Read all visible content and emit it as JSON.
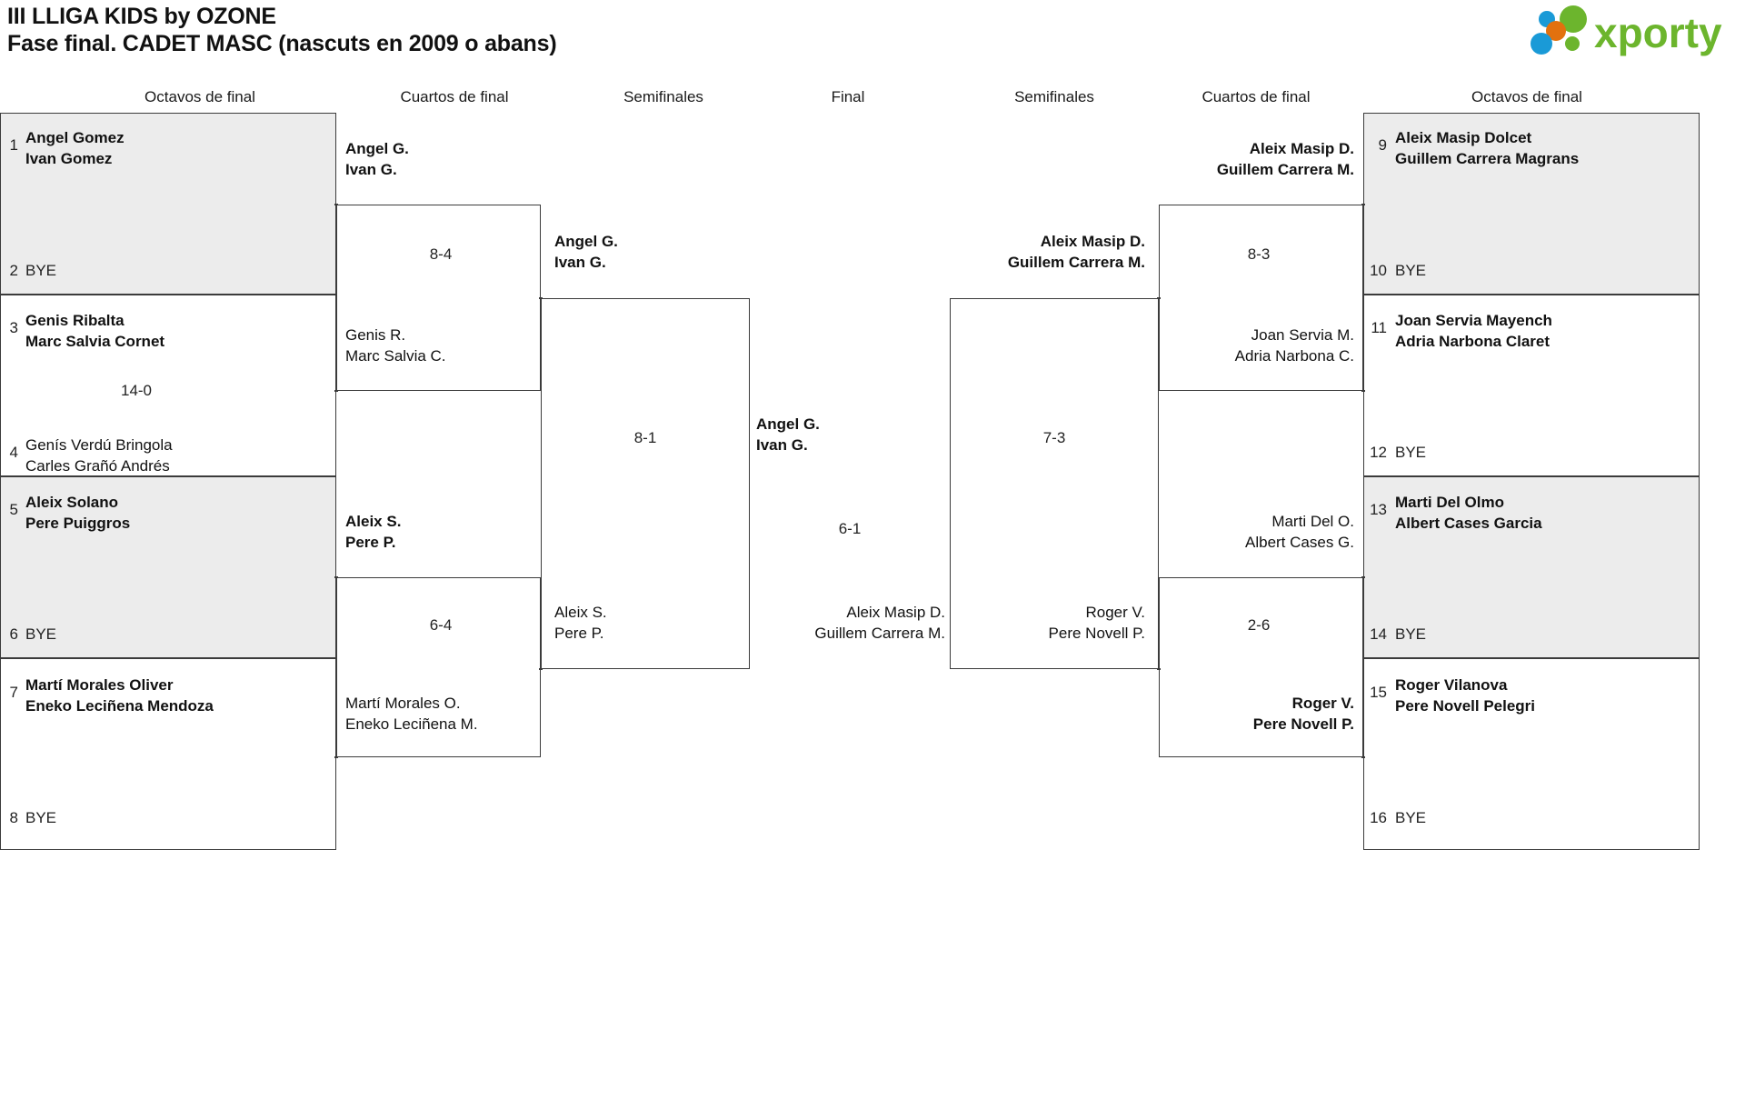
{
  "header": {
    "title": "III LLIGA KIDS by OZONE",
    "subtitle": "Fase final. CADET MASC (nascuts en 2009 o abans)",
    "logo_text": "xporty",
    "logo_colors": {
      "green": "#6cb52d",
      "blue": "#1a9ad7",
      "orange": "#e2710e"
    }
  },
  "round_headers": {
    "left_r16": "Octavos de final",
    "left_qf": "Cuartos de final",
    "left_sf": "Semifinales",
    "final": "Final",
    "right_sf": "Semifinales",
    "right_qf": "Cuartos de final",
    "right_r16": "Octavos de final"
  },
  "labels": {
    "bye": "BYE"
  },
  "bracket": {
    "left_r16": [
      {
        "seed": "1",
        "player1": "Angel Gomez",
        "player2": "Ivan Gomez",
        "winner": true,
        "opponent_seed": "2",
        "opponent": "BYE",
        "score": ""
      },
      {
        "seed": "3",
        "player1": "Genis Ribalta",
        "player2": "Marc Salvia Cornet",
        "winner": true,
        "opponent_seed": "4",
        "opponent_p1": "Genís Verdú Bringola",
        "opponent_p2": "Carles Grañó Andrés",
        "score": "14-0"
      },
      {
        "seed": "5",
        "player1": "Aleix Solano",
        "player2": "Pere Puiggros",
        "winner": true,
        "opponent_seed": "6",
        "opponent": "BYE",
        "score": ""
      },
      {
        "seed": "7",
        "player1": "Martí Morales Oliver",
        "player2": "Eneko Leciñena Mendoza",
        "winner": true,
        "opponent_seed": "8",
        "opponent": "BYE",
        "score": ""
      }
    ],
    "right_r16": [
      {
        "seed": "9",
        "player1": "Aleix Masip Dolcet",
        "player2": "Guillem Carrera Magrans",
        "winner": true,
        "opponent_seed": "10",
        "opponent": "BYE",
        "score": ""
      },
      {
        "seed": "11",
        "player1": "Joan Servia Mayench",
        "player2": "Adria Narbona Claret",
        "winner": true,
        "opponent_seed": "12",
        "opponent": "BYE",
        "score": ""
      },
      {
        "seed": "13",
        "player1": "Marti Del Olmo",
        "player2": "Albert Cases Garcia",
        "winner": true,
        "opponent_seed": "14",
        "opponent": "BYE",
        "score": ""
      },
      {
        "seed": "15",
        "player1": "Roger Vilanova",
        "player2": "Pere Novell Pelegri",
        "winner": true,
        "opponent_seed": "16",
        "opponent": "BYE",
        "score": ""
      }
    ],
    "left_qf": [
      {
        "top_p1": "Angel G.",
        "top_p2": "Ivan G.",
        "top_winner": true,
        "bottom_p1": "Genis R.",
        "bottom_p2": "Marc Salvia C.",
        "bottom_winner": false,
        "score": "8-4"
      },
      {
        "top_p1": "Aleix S.",
        "top_p2": "Pere P.",
        "top_winner": true,
        "bottom_p1": "Martí Morales O.",
        "bottom_p2": "Eneko Leciñena M.",
        "bottom_winner": false,
        "score": "6-4"
      }
    ],
    "right_qf": [
      {
        "top_p1": "Aleix Masip D.",
        "top_p2": "Guillem Carrera M.",
        "top_winner": true,
        "bottom_p1": "Joan Servia M.",
        "bottom_p2": "Adria Narbona C.",
        "bottom_winner": false,
        "score": "8-3"
      },
      {
        "top_p1": "Marti Del O.",
        "top_p2": "Albert Cases G.",
        "top_winner": false,
        "bottom_p1": "Roger V.",
        "bottom_p2": "Pere Novell P.",
        "bottom_winner": true,
        "score": "2-6"
      }
    ],
    "left_sf": {
      "top_p1": "Angel G.",
      "top_p2": "Ivan G.",
      "top_winner": true,
      "bottom_p1": "Aleix S.",
      "bottom_p2": "Pere P.",
      "bottom_winner": false,
      "score": "8-1"
    },
    "right_sf": {
      "top_p1": "Aleix Masip D.",
      "top_p2": "Guillem Carrera M.",
      "top_winner": true,
      "bottom_p1": "Roger V.",
      "bottom_p2": "Pere Novell P.",
      "bottom_winner": false,
      "score": "7-3"
    },
    "final": {
      "top_p1": "Angel G.",
      "top_p2": "Ivan G.",
      "top_winner": true,
      "bottom_p1": "Aleix Masip D.",
      "bottom_p2": "Guillem Carrera M.",
      "bottom_winner": false,
      "score": "6-1"
    }
  }
}
